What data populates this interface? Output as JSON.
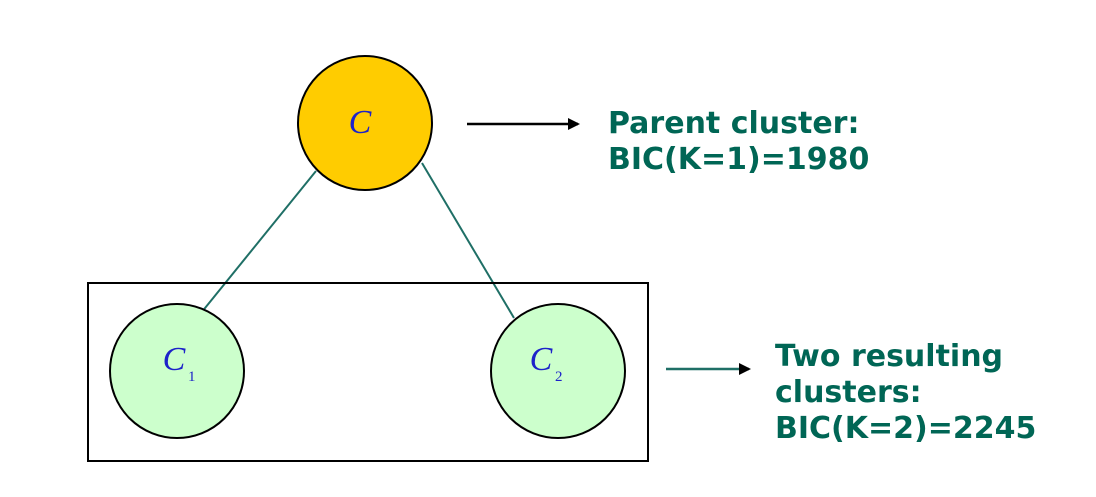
{
  "colors": {
    "parent_fill": "#ffcc00",
    "child_fill": "#ccffcc",
    "edge": "#1f6f66",
    "caption_text": "#006655",
    "node_label_text": "#1d22c9",
    "outline": "#000000"
  },
  "nodes": {
    "parent": {
      "label": "C",
      "subscript": ""
    },
    "child1": {
      "label": "C",
      "subscript": "1"
    },
    "child2": {
      "label": "C",
      "subscript": "2"
    }
  },
  "captions": {
    "parent": {
      "line1": "Parent cluster:",
      "line2": "BIC(K=1)=1980"
    },
    "children": {
      "line1": "Two resulting",
      "line2": "clusters:",
      "line3": "BIC(K=2)=2245"
    }
  }
}
